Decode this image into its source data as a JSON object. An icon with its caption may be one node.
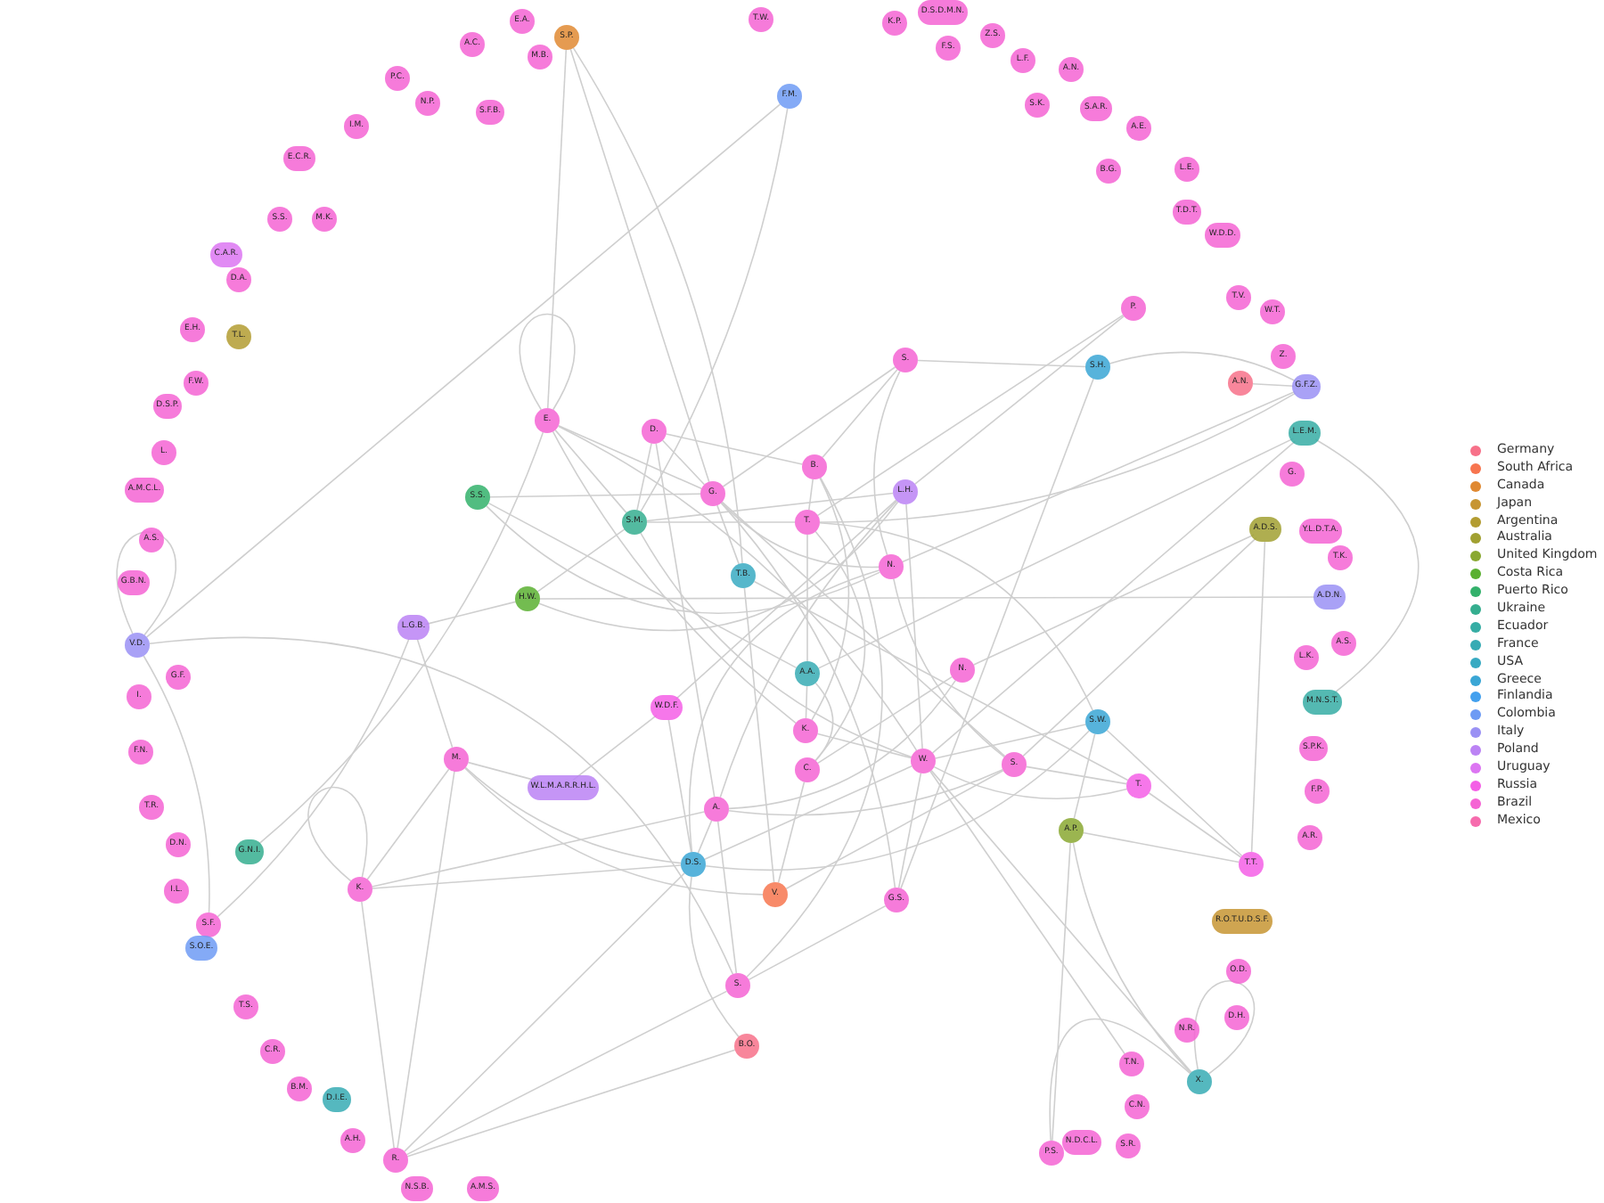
{
  "diagram": {
    "nodes": [
      {
        "text": [
          "E.A."
        ]
      },
      {
        "text": [
          "A.C."
        ]
      },
      {
        "text": [
          "S.P."
        ]
      },
      {
        "text": [
          "M.B."
        ]
      },
      {
        "text": [
          "T.W."
        ]
      },
      {
        "text": [
          "P.C."
        ]
      },
      {
        "text": [
          "N.P."
        ]
      },
      {
        "text": [
          "S.F.B."
        ]
      },
      {
        "text": [
          "F.M."
        ]
      },
      {
        "text": [
          "I.M."
        ]
      },
      {
        "text": [
          "E.C.R."
        ]
      },
      {
        "text": [
          "S.S."
        ]
      },
      {
        "text": [
          "M.K."
        ]
      },
      {
        "text": [
          "C.A.R."
        ]
      },
      {
        "text": [
          "D.A."
        ]
      },
      {
        "text": [
          "E.H."
        ]
      },
      {
        "text": [
          "T.L."
        ]
      },
      {
        "text": [
          "F.W."
        ]
      },
      {
        "text": [
          "D.S.P."
        ]
      },
      {
        "text": [
          "L."
        ]
      },
      {
        "text": [
          "A.M.C.L."
        ]
      },
      {
        "text": [
          "A.S."
        ]
      },
      {
        "text": [
          "G.B.N."
        ]
      },
      {
        "text": [
          "V.D."
        ]
      },
      {
        "text": [
          "G.F."
        ]
      },
      {
        "text": [
          "I."
        ]
      },
      {
        "text": [
          "F.N."
        ]
      },
      {
        "text": [
          "T.R."
        ]
      },
      {
        "text": [
          "D.N."
        ]
      },
      {
        "text": [
          "G.N.I."
        ]
      },
      {
        "text": [
          "I.L."
        ]
      },
      {
        "text": [
          "S.F."
        ]
      },
      {
        "text": [
          "S.O.E."
        ]
      },
      {
        "text": [
          "T.S."
        ]
      },
      {
        "text": [
          "C.R."
        ]
      },
      {
        "text": [
          "B.M."
        ]
      },
      {
        "text": [
          "D.I.E."
        ]
      },
      {
        "text": [
          "A.H."
        ]
      },
      {
        "text": [
          "R."
        ]
      },
      {
        "text": [
          "N.S.B."
        ]
      },
      {
        "text": [
          "A.M.S."
        ]
      },
      {
        "text": [
          "K.P."
        ]
      },
      {
        "text": [
          "D.S.D.M.N."
        ]
      },
      {
        "text": [
          "F.S."
        ]
      },
      {
        "text": [
          "Z.S."
        ]
      },
      {
        "text": [
          "L.F."
        ]
      },
      {
        "text": [
          "A.N."
        ]
      },
      {
        "text": [
          "S.K."
        ]
      },
      {
        "text": [
          "S.A.R."
        ]
      },
      {
        "text": [
          "A.E."
        ]
      },
      {
        "text": [
          "B.G."
        ]
      },
      {
        "text": [
          "L.E."
        ]
      },
      {
        "text": [
          "T.D.T."
        ]
      },
      {
        "text": [
          "W.D.D."
        ]
      },
      {
        "text": [
          "T.V."
        ]
      },
      {
        "text": [
          "W.T."
        ]
      },
      {
        "text": [
          "P."
        ]
      },
      {
        "text": [
          "Z."
        ]
      },
      {
        "text": [
          "S."
        ]
      },
      {
        "text": [
          "S.H."
        ]
      },
      {
        "text": [
          "A.N."
        ]
      },
      {
        "text": [
          "G.F.Z."
        ]
      },
      {
        "text": [
          "L.E.M."
        ]
      },
      {
        "text": [
          "G."
        ]
      },
      {
        "text": [
          "A.D.S."
        ]
      },
      {
        "text": [
          "Y.L.D.T.A."
        ]
      },
      {
        "text": [
          "T.K."
        ]
      },
      {
        "text": [
          "A.D.N."
        ]
      },
      {
        "text": [
          "A.S."
        ]
      },
      {
        "text": [
          "L.K."
        ]
      },
      {
        "text": [
          "M.N.S.T."
        ]
      },
      {
        "text": [
          "S.P.K."
        ]
      },
      {
        "text": [
          "F.P."
        ]
      },
      {
        "text": [
          "A.R."
        ]
      },
      {
        "text": [
          "T.T."
        ]
      },
      {
        "text": [
          "R.O.T.U.D.S.F."
        ]
      },
      {
        "text": [
          "O.D."
        ]
      },
      {
        "text": [
          "D.H."
        ]
      },
      {
        "text": [
          "N.R."
        ]
      },
      {
        "text": [
          "T.N."
        ]
      },
      {
        "text": [
          "X."
        ]
      },
      {
        "text": [
          "C.N."
        ]
      },
      {
        "text": [
          "S.R."
        ]
      },
      {
        "text": [
          "N.D.C.L."
        ]
      },
      {
        "text": [
          "P.S."
        ]
      },
      {
        "text": [
          "E."
        ]
      },
      {
        "text": [
          "D."
        ]
      },
      {
        "text": [
          "S.S."
        ]
      },
      {
        "text": [
          "S.M."
        ]
      },
      {
        "text": [
          "G."
        ]
      },
      {
        "text": [
          "B."
        ]
      },
      {
        "text": [
          "T."
        ]
      },
      {
        "text": [
          "L.H."
        ]
      },
      {
        "text": [
          "T.B."
        ]
      },
      {
        "text": [
          "N."
        ]
      },
      {
        "text": [
          "H.W."
        ]
      },
      {
        "text": [
          "L.G.B."
        ]
      },
      {
        "text": [
          "A.A."
        ]
      },
      {
        "text": [
          "N."
        ]
      },
      {
        "text": [
          "W.D.F."
        ]
      },
      {
        "text": [
          "S.W."
        ]
      },
      {
        "text": [
          "K."
        ]
      },
      {
        "text": [
          "M."
        ]
      },
      {
        "text": [
          "W."
        ]
      },
      {
        "text": [
          "S."
        ]
      },
      {
        "text": [
          "T."
        ]
      },
      {
        "text": [
          "C."
        ]
      },
      {
        "text": [
          "W.L.M.A.R.R.H.L."
        ]
      },
      {
        "text": [
          "A."
        ]
      },
      {
        "text": [
          "A.P."
        ]
      },
      {
        "text": [
          "D.S."
        ]
      },
      {
        "text": [
          "K."
        ]
      },
      {
        "text": [
          "V."
        ]
      },
      {
        "text": [
          "G.S."
        ]
      },
      {
        "text": [
          "S."
        ]
      },
      {
        "text": [
          "B.O."
        ]
      }
    ],
    "edges": [
      {
        "from": 2,
        "to": 85,
        "arrow": "none"
      },
      {
        "from": 2,
        "to": 89,
        "arrow": "none"
      },
      {
        "from": 2,
        "to": 93,
        "arrow": "none"
      },
      {
        "from": 8,
        "to": 88,
        "arrow": "none"
      },
      {
        "from": 8,
        "to": 23,
        "arrow": "none"
      },
      {
        "from": 85,
        "to": 85,
        "arrow": "none"
      },
      {
        "from": 23,
        "to": 23,
        "arrow": "none"
      },
      {
        "from": 23,
        "to": 31,
        "arrow": "none"
      },
      {
        "from": 23,
        "to": 114,
        "arrow": "none"
      },
      {
        "from": 29,
        "to": 85,
        "arrow": "none"
      },
      {
        "from": 31,
        "to": 96,
        "arrow": "none"
      },
      {
        "from": 111,
        "to": 111,
        "arrow": "none"
      },
      {
        "from": 111,
        "to": 102,
        "arrow": "none"
      },
      {
        "from": 111,
        "to": 110,
        "arrow": "none"
      },
      {
        "from": 111,
        "to": 108,
        "arrow": "none"
      },
      {
        "from": 111,
        "to": 38,
        "arrow": "none"
      },
      {
        "from": 38,
        "to": 102,
        "arrow": "none"
      },
      {
        "from": 38,
        "to": 110,
        "arrow": "none"
      },
      {
        "from": 38,
        "to": 115,
        "arrow": "none"
      },
      {
        "from": 38,
        "to": 114,
        "arrow": "none"
      },
      {
        "from": 80,
        "to": 80,
        "arrow": "none"
      },
      {
        "from": 80,
        "to": 103,
        "arrow": "none"
      },
      {
        "from": 80,
        "to": 109,
        "arrow": "none"
      },
      {
        "from": 80,
        "to": 84,
        "arrow": "none"
      },
      {
        "from": 79,
        "to": 103,
        "arrow": "none"
      },
      {
        "from": 84,
        "to": 109,
        "arrow": "none"
      },
      {
        "from": 74,
        "to": 105,
        "arrow": "none"
      },
      {
        "from": 74,
        "to": 109,
        "arrow": "none"
      },
      {
        "from": 74,
        "to": 100,
        "arrow": "none"
      },
      {
        "from": 64,
        "to": 74,
        "arrow": "none"
      },
      {
        "from": 64,
        "to": 104,
        "arrow": "none"
      },
      {
        "from": 64,
        "to": 98,
        "arrow": "none"
      },
      {
        "from": 67,
        "to": 95,
        "arrow": "none"
      },
      {
        "from": 61,
        "to": 59,
        "arrow": "none"
      },
      {
        "from": 61,
        "to": 60,
        "arrow": "none"
      },
      {
        "from": 61,
        "to": 94,
        "arrow": "none"
      },
      {
        "from": 61,
        "to": 91,
        "arrow": "none"
      },
      {
        "from": 62,
        "to": 70,
        "arrow": "none"
      },
      {
        "from": 62,
        "to": 103,
        "arrow": "none"
      },
      {
        "from": 62,
        "to": 97,
        "arrow": "none"
      },
      {
        "from": 59,
        "to": 58,
        "arrow": "none"
      },
      {
        "from": 59,
        "to": 113,
        "arrow": "none"
      },
      {
        "from": 56,
        "to": 91,
        "arrow": "none"
      },
      {
        "from": 56,
        "to": 92,
        "arrow": "none"
      },
      {
        "from": 58,
        "to": 90,
        "arrow": "none"
      },
      {
        "from": 58,
        "to": 94,
        "arrow": "none"
      },
      {
        "from": 58,
        "to": 89,
        "arrow": "none"
      },
      {
        "from": 100,
        "to": 109,
        "arrow": "none"
      },
      {
        "from": 100,
        "to": 103,
        "arrow": "none"
      },
      {
        "from": 100,
        "to": 91,
        "arrow": "none"
      },
      {
        "from": 105,
        "to": 103,
        "arrow": "none"
      },
      {
        "from": 105,
        "to": 104,
        "arrow": "none"
      },
      {
        "from": 96,
        "to": 102,
        "arrow": "none"
      },
      {
        "from": 96,
        "to": 95,
        "arrow": "none"
      },
      {
        "from": 107,
        "to": 99,
        "arrow": "none"
      },
      {
        "from": 107,
        "to": 102,
        "arrow": "none"
      },
      {
        "from": 85,
        "to": 89,
        "arrow": "none"
      },
      {
        "from": 85,
        "to": 88,
        "arrow": "none"
      },
      {
        "from": 85,
        "to": 101,
        "arrow": "none"
      },
      {
        "from": 85,
        "to": 103,
        "arrow": "none"
      },
      {
        "from": 86,
        "to": 89,
        "arrow": "none"
      },
      {
        "from": 86,
        "to": 88,
        "arrow": "none"
      },
      {
        "from": 86,
        "to": 108,
        "arrow": "none"
      },
      {
        "from": 86,
        "to": 90,
        "arrow": "none"
      },
      {
        "from": 87,
        "to": 89,
        "arrow": "none"
      },
      {
        "from": 87,
        "to": 97,
        "arrow": "none"
      },
      {
        "from": 87,
        "to": 94,
        "arrow": "none"
      },
      {
        "from": 88,
        "to": 103,
        "arrow": "none"
      },
      {
        "from": 88,
        "to": 91,
        "arrow": "none"
      },
      {
        "from": 88,
        "to": 92,
        "arrow": "none"
      },
      {
        "from": 89,
        "to": 93,
        "arrow": "none"
      },
      {
        "from": 89,
        "to": 94,
        "arrow": "none"
      },
      {
        "from": 89,
        "to": 104,
        "arrow": "none"
      },
      {
        "from": 89,
        "to": 113,
        "arrow": "none"
      },
      {
        "from": 90,
        "to": 91,
        "arrow": "none"
      },
      {
        "from": 90,
        "to": 101,
        "arrow": "none"
      },
      {
        "from": 90,
        "to": 114,
        "arrow": "none"
      },
      {
        "from": 91,
        "to": 97,
        "arrow": "none"
      },
      {
        "from": 91,
        "to": 106,
        "arrow": "none"
      },
      {
        "from": 92,
        "to": 103,
        "arrow": "none"
      },
      {
        "from": 92,
        "to": 108,
        "arrow": "none"
      },
      {
        "from": 93,
        "to": 112,
        "arrow": "none"
      },
      {
        "from": 93,
        "to": 105,
        "arrow": "none"
      },
      {
        "from": 94,
        "to": 104,
        "arrow": "none"
      },
      {
        "from": 94,
        "to": 110,
        "arrow": "none"
      },
      {
        "from": 97,
        "to": 101,
        "arrow": "none"
      },
      {
        "from": 97,
        "to": 106,
        "arrow": "none"
      },
      {
        "from": 98,
        "to": 106,
        "arrow": "none"
      },
      {
        "from": 98,
        "to": 108,
        "arrow": "none"
      },
      {
        "from": 99,
        "to": 110,
        "arrow": "none"
      },
      {
        "from": 99,
        "to": 92,
        "arrow": "none"
      },
      {
        "from": 101,
        "to": 103,
        "arrow": "none"
      },
      {
        "from": 102,
        "to": 110,
        "arrow": "none"
      },
      {
        "from": 102,
        "to": 112,
        "arrow": "none"
      },
      {
        "from": 103,
        "to": 110,
        "arrow": "none"
      },
      {
        "from": 103,
        "to": 113,
        "arrow": "none"
      },
      {
        "from": 104,
        "to": 108,
        "arrow": "none"
      },
      {
        "from": 106,
        "to": 112,
        "arrow": "none"
      },
      {
        "from": 108,
        "to": 110,
        "arrow": "none"
      },
      {
        "from": 108,
        "to": 114,
        "arrow": "none"
      },
      {
        "from": 110,
        "to": 115,
        "arrow": "none"
      },
      {
        "from": 110,
        "to": 100,
        "arrow": "none"
      },
      {
        "from": 112,
        "to": 104,
        "arrow": "none"
      },
      {
        "from": 114,
        "to": 113,
        "arrow": "none"
      },
      {
        "from": 95,
        "to": 88,
        "arrow": "none"
      },
      {
        "from": 95,
        "to": 92,
        "arrow": "none"
      }
    ],
    "legend": [
      {
        "text": "Germany",
        "color": "#f77189"
      },
      {
        "text": "South Africa",
        "color": "#f7754f"
      },
      {
        "text": "Canada",
        "color": "#e08932"
      },
      {
        "text": "Japan",
        "color": "#c79532"
      },
      {
        "text": "Argentina",
        "color": "#b39c31"
      },
      {
        "text": "Australia",
        "color": "#a1a031"
      },
      {
        "text": "United Kingdom",
        "color": "#89a831"
      },
      {
        "text": "Costa Rica",
        "color": "#5bb031"
      },
      {
        "text": "Puerto Rico",
        "color": "#33b16b"
      },
      {
        "text": "Ukraine",
        "color": "#35ae8f"
      },
      {
        "text": "Ecuador",
        "color": "#36ada4"
      },
      {
        "text": "France",
        "color": "#37abb4"
      },
      {
        "text": "USA",
        "color": "#38aac2"
      },
      {
        "text": "Greece",
        "color": "#3aa6d5"
      },
      {
        "text": "Finlandia",
        "color": "#43a0ee"
      },
      {
        "text": "Colombia",
        "color": "#6e9bf4"
      },
      {
        "text": "Italy",
        "color": "#9a91f4"
      },
      {
        "text": "Poland",
        "color": "#bb83f4"
      },
      {
        "text": "Uruguay",
        "color": "#dc75f2"
      },
      {
        "text": "Russia",
        "color": "#f45fe6"
      },
      {
        "text": "Brazil",
        "color": "#f564d4"
      },
      {
        "text": "Mexico",
        "color": "#f66bad"
      }
    ]
  }
}
